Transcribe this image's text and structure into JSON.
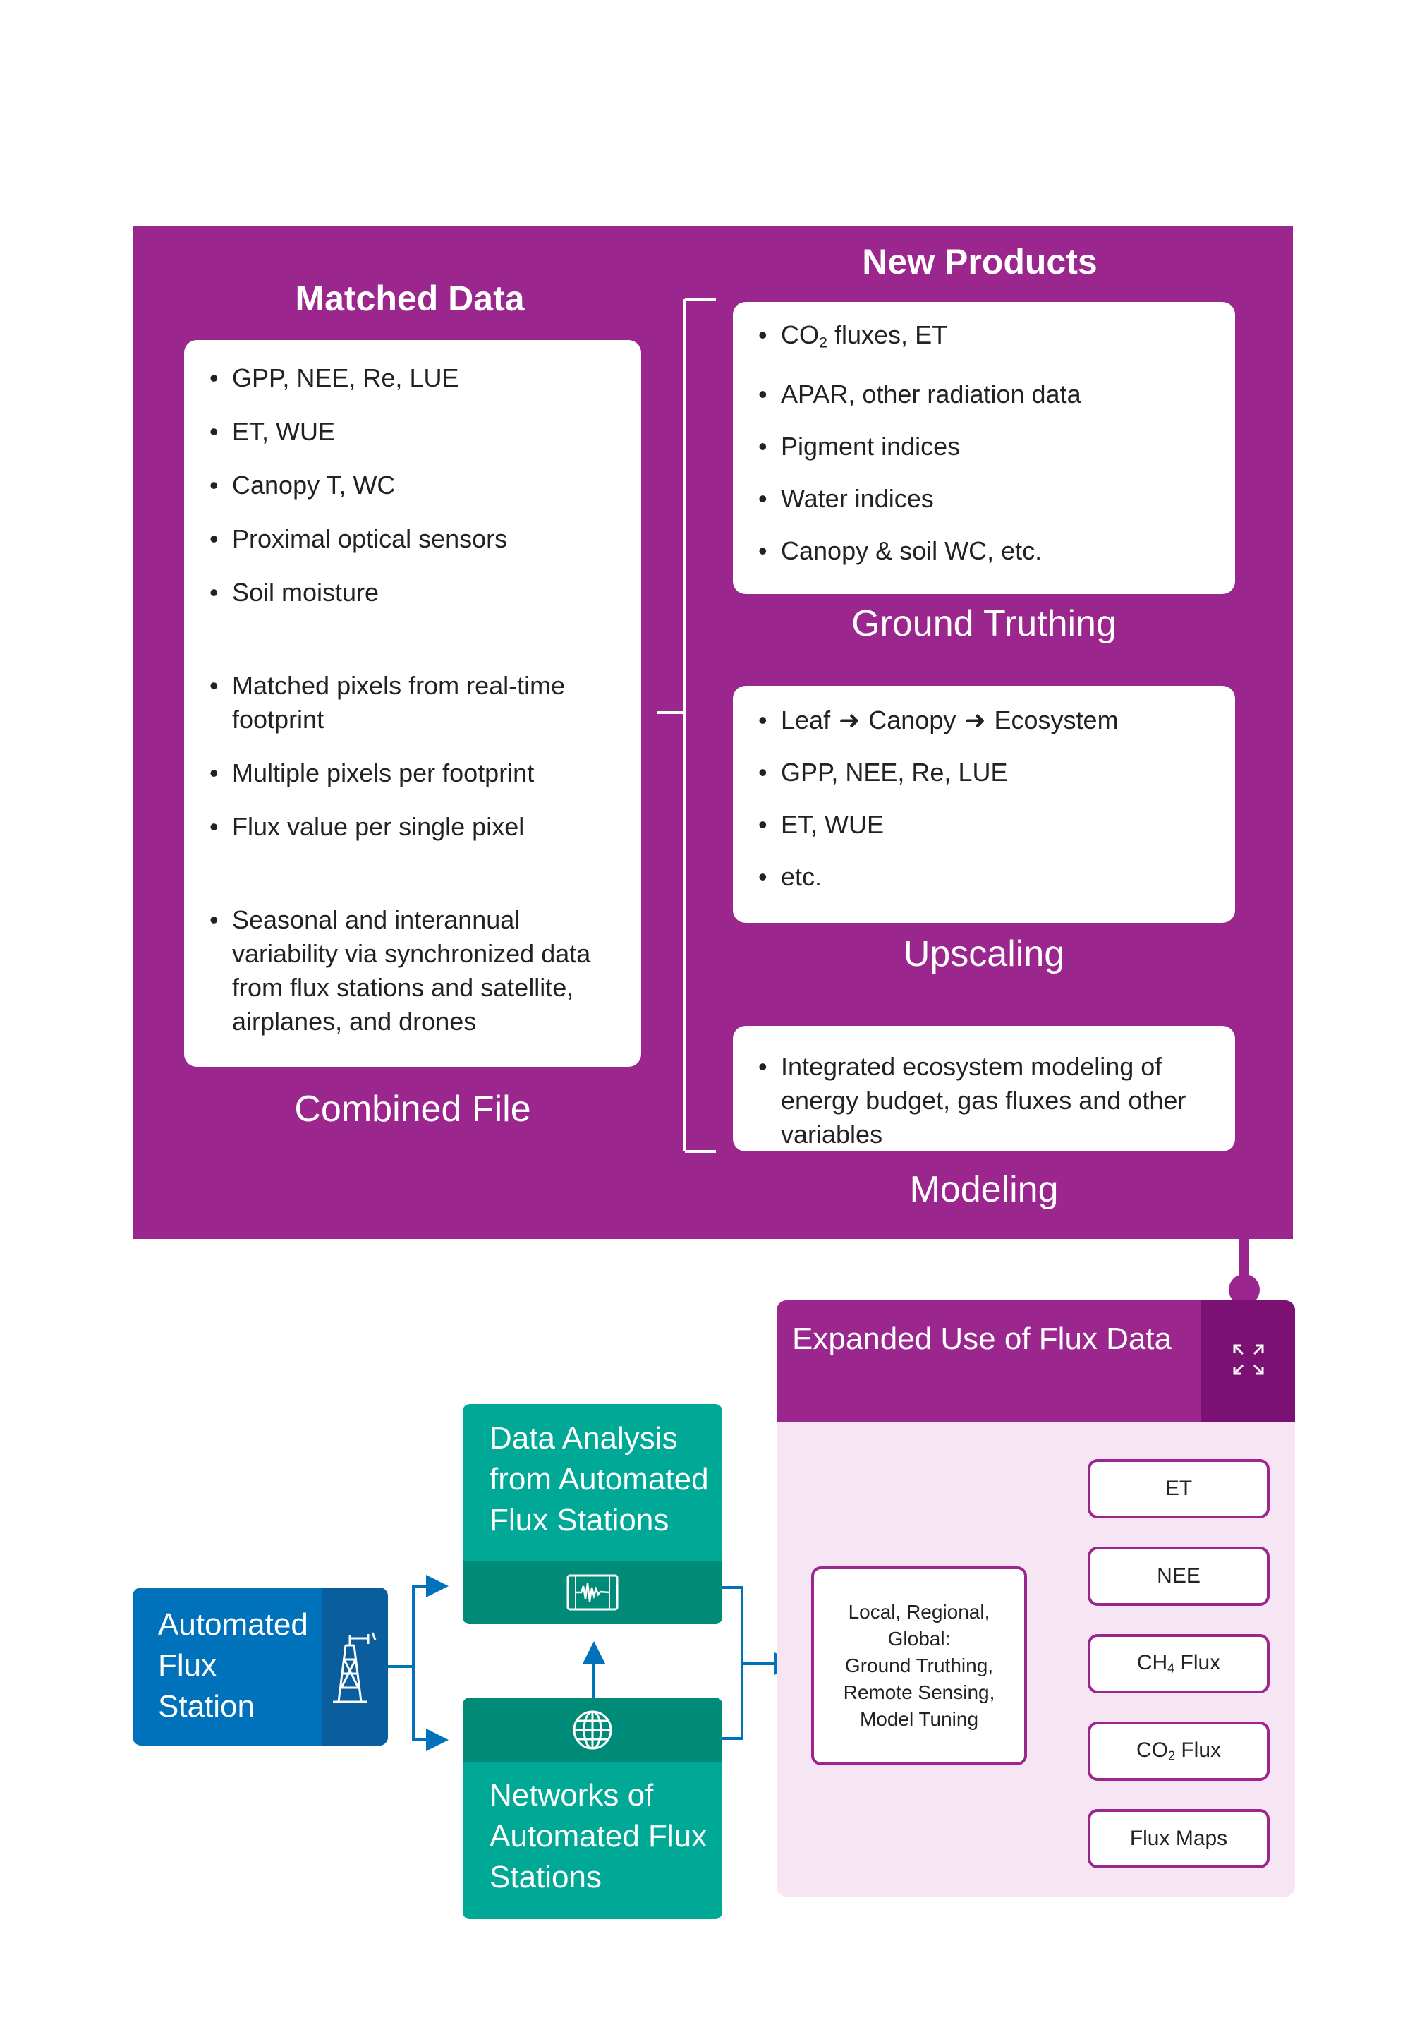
{
  "matched": {
    "heading": "Matched Data",
    "caption": "Combined File",
    "items": [
      "GPP, NEE, Re, LUE",
      "ET, WUE",
      "Canopy T, WC",
      "Proximal optical sensors",
      "Soil moisture",
      "Matched pixels from real-time footprint",
      "Multiple pixels per footprint",
      "Flux value per single pixel",
      "Seasonal and interannual variability via synchronized data from flux stations and satellite, airplanes, and drones"
    ]
  },
  "new_products": {
    "heading": "New Products",
    "ground_truthing": {
      "caption": "Ground Truthing",
      "items": [
        "CO",
        "2",
        " fluxes, ET",
        "APAR, other radiation data",
        "Pigment indices",
        "Water indices",
        "Canopy & soil WC, etc."
      ]
    },
    "upscaling": {
      "caption": "Upscaling",
      "leaf": "Leaf",
      "canopy": "Canopy",
      "ecosystem": "Ecosystem",
      "items": [
        "GPP, NEE, Re, LUE",
        "ET, WUE",
        "etc."
      ]
    },
    "modeling": {
      "caption": "Modeling",
      "items": [
        "Integrated ecosystem modeling of energy budget, gas fluxes and other variables"
      ]
    }
  },
  "flow": {
    "station": "Automated Flux Station",
    "analysis": "Data Analysis from Automated Flux Stations",
    "networks": "Networks of Automated Flux Stations",
    "expanded_title": "Expanded Use of Flux Data",
    "center_lines": [
      "Local, Regional,",
      "Global:",
      "Ground Truthing,",
      "Remote Sensing,",
      "Model Tuning"
    ],
    "outputs": {
      "et": "ET",
      "nee": "NEE",
      "ch4_main": "CH",
      "ch4_sub": "4",
      "ch4_tail": " Flux",
      "co2_main": "CO",
      "co2_sub": "2",
      "co2_tail": " Flux",
      "maps": "Flux Maps"
    }
  },
  "colors": {
    "purple": "#9b268d",
    "purple_dark": "#7b1273",
    "panel_light": "#f6e6f3",
    "teal": "#00a896",
    "teal_dark": "#008b78",
    "blue": "#0072bc",
    "blue_dark": "#0a5e9d"
  },
  "icons": [
    "tower-icon",
    "waveform-monitor-icon",
    "globe-icon",
    "expand-icon"
  ]
}
